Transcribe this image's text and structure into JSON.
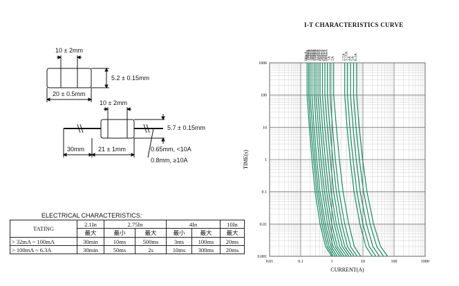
{
  "dimensions": {
    "ferrule_length": "10 ± 2mm",
    "height": "5.2 ± 0.15mm",
    "body_length": "20 ± 0.5mm",
    "leaded_ferrule_length": "10 ± 2mm",
    "leaded_diameter": "5.7 ± 0.15mm",
    "lead_length": "30mm",
    "leaded_body_length": "21 ± 1mm",
    "lead_wire_small": "0.65mm, <10A",
    "lead_wire_large": "0.8mm, ≥10A"
  },
  "electrical": {
    "title": "ELECTRICAL CHARACTERISTICS:",
    "header1": [
      "TATING",
      "2.1In",
      "2.75In",
      "4In",
      "10In"
    ],
    "header2": [
      "最大",
      "最小",
      "最大",
      "最小",
      "最大",
      "最大"
    ],
    "rows": [
      [
        "> 32mA ~ 100mA",
        "30min",
        "10ms",
        "500ms",
        "3ms",
        "100ms",
        "20ms"
      ],
      [
        "> 100mA ~ 6.3A",
        "30min",
        "50ms",
        "2s",
        "10ms",
        "300ms",
        "20ms"
      ]
    ]
  },
  "chart_data": {
    "type": "line",
    "title": "I-T CHARACTERISTICS CURVE",
    "xlabel": "CURRENT(A)",
    "ylabel": "TIME(s)",
    "xscale": "log",
    "yscale": "log",
    "xlim": [
      0.01,
      1000
    ],
    "ylim": [
      0.001,
      1000
    ],
    "xticks": [
      "0.01",
      "0.1",
      "1",
      "10",
      "100",
      "1000"
    ],
    "yticks": [
      "1000",
      "100",
      "10",
      "1",
      "0.1",
      "0.01",
      "0.001"
    ],
    "grid": true,
    "line_color": "#1a8a64",
    "series": [
      {
        "name": "80mA",
        "x": [
          0.16,
          0.16,
          0.19,
          0.23,
          0.29,
          0.42,
          0.63,
          1.0
        ],
        "y": [
          1000,
          100,
          10,
          1,
          0.1,
          0.01,
          0.002,
          0.001
        ]
      },
      {
        "name": "100mA",
        "x": [
          0.18,
          0.18,
          0.21,
          0.26,
          0.33,
          0.48,
          0.72,
          1.1
        ],
        "y": [
          1000,
          100,
          10,
          1,
          0.1,
          0.01,
          0.002,
          0.001
        ]
      },
      {
        "name": "125mA",
        "x": [
          0.2,
          0.2,
          0.24,
          0.29,
          0.37,
          0.55,
          0.82,
          1.3
        ],
        "y": [
          1000,
          100,
          10,
          1,
          0.1,
          0.01,
          0.002,
          0.001
        ]
      },
      {
        "name": "160mA",
        "x": [
          0.23,
          0.23,
          0.27,
          0.33,
          0.42,
          0.62,
          0.95,
          1.5
        ],
        "y": [
          1000,
          100,
          10,
          1,
          0.1,
          0.01,
          0.002,
          0.001
        ]
      },
      {
        "name": "200mA",
        "x": [
          0.27,
          0.27,
          0.32,
          0.39,
          0.5,
          0.73,
          1.1,
          1.8
        ],
        "y": [
          1000,
          100,
          10,
          1,
          0.1,
          0.01,
          0.002,
          0.001
        ]
      },
      {
        "name": "250mA",
        "x": [
          0.31,
          0.31,
          0.37,
          0.45,
          0.58,
          0.85,
          1.3,
          2.1
        ],
        "y": [
          1000,
          100,
          10,
          1,
          0.1,
          0.01,
          0.002,
          0.001
        ]
      },
      {
        "name": "315mA",
        "x": [
          0.36,
          0.36,
          0.43,
          0.53,
          0.68,
          1.0,
          1.5,
          2.5
        ],
        "y": [
          1000,
          100,
          10,
          1,
          0.1,
          0.01,
          0.002,
          0.001
        ]
      },
      {
        "name": "400mA",
        "x": [
          0.42,
          0.42,
          0.5,
          0.62,
          0.8,
          1.2,
          1.8,
          3.0
        ],
        "y": [
          1000,
          100,
          10,
          1,
          0.1,
          0.01,
          0.002,
          0.001
        ]
      },
      {
        "name": "500mA",
        "x": [
          0.5,
          0.5,
          0.6,
          0.75,
          0.95,
          1.4,
          2.2,
          3.6
        ],
        "y": [
          1000,
          100,
          10,
          1,
          0.1,
          0.01,
          0.002,
          0.001
        ]
      },
      {
        "name": "630mA",
        "x": [
          0.6,
          0.6,
          0.72,
          0.9,
          1.15,
          1.7,
          2.6,
          4.3
        ],
        "y": [
          1000,
          100,
          10,
          1,
          0.1,
          0.01,
          0.002,
          0.001
        ]
      },
      {
        "name": "800mA",
        "x": [
          0.72,
          0.72,
          0.86,
          1.08,
          1.4,
          2.1,
          3.2,
          5.2
        ],
        "y": [
          1000,
          100,
          10,
          1,
          0.1,
          0.01,
          0.002,
          0.001
        ]
      },
      {
        "name": "1A",
        "x": [
          0.88,
          0.88,
          1.05,
          1.3,
          1.7,
          2.6,
          4.0,
          6.5
        ],
        "y": [
          1000,
          100,
          10,
          1,
          0.1,
          0.01,
          0.002,
          0.001
        ]
      },
      {
        "name": "2A",
        "x": [
          1.15,
          1.15,
          1.4,
          1.75,
          2.3,
          3.5,
          5.3,
          8.5
        ],
        "y": [
          1000,
          100,
          10,
          1,
          0.1,
          0.01,
          0.002,
          0.001
        ]
      },
      {
        "name": "2.5A",
        "x": [
          2.6,
          2.6,
          3.1,
          3.9,
          5.2,
          8.0,
          12.5,
          20
        ],
        "y": [
          1000,
          100,
          10,
          1,
          0.1,
          0.01,
          0.002,
          0.001
        ]
      },
      {
        "name": "3.15A",
        "x": [
          3.2,
          3.2,
          3.8,
          4.8,
          6.4,
          10,
          16,
          26
        ],
        "y": [
          1000,
          100,
          10,
          1,
          0.1,
          0.01,
          0.002,
          0.001
        ]
      },
      {
        "name": "4A",
        "x": [
          4.0,
          4.0,
          4.8,
          6.1,
          8.2,
          13,
          21,
          34
        ],
        "y": [
          1000,
          100,
          10,
          1,
          0.1,
          0.01,
          0.002,
          0.001
        ]
      },
      {
        "name": "5A",
        "x": [
          5.0,
          5.0,
          6.0,
          7.7,
          10.5,
          17,
          28,
          46
        ],
        "y": [
          1000,
          100,
          10,
          1,
          0.1,
          0.01,
          0.002,
          0.001
        ]
      },
      {
        "name": "6.3A",
        "x": [
          6.3,
          6.3,
          7.6,
          9.8,
          13.5,
          22,
          37,
          62
        ],
        "y": [
          1000,
          100,
          10,
          1,
          0.1,
          0.01,
          0.002,
          0.001
        ]
      }
    ]
  }
}
